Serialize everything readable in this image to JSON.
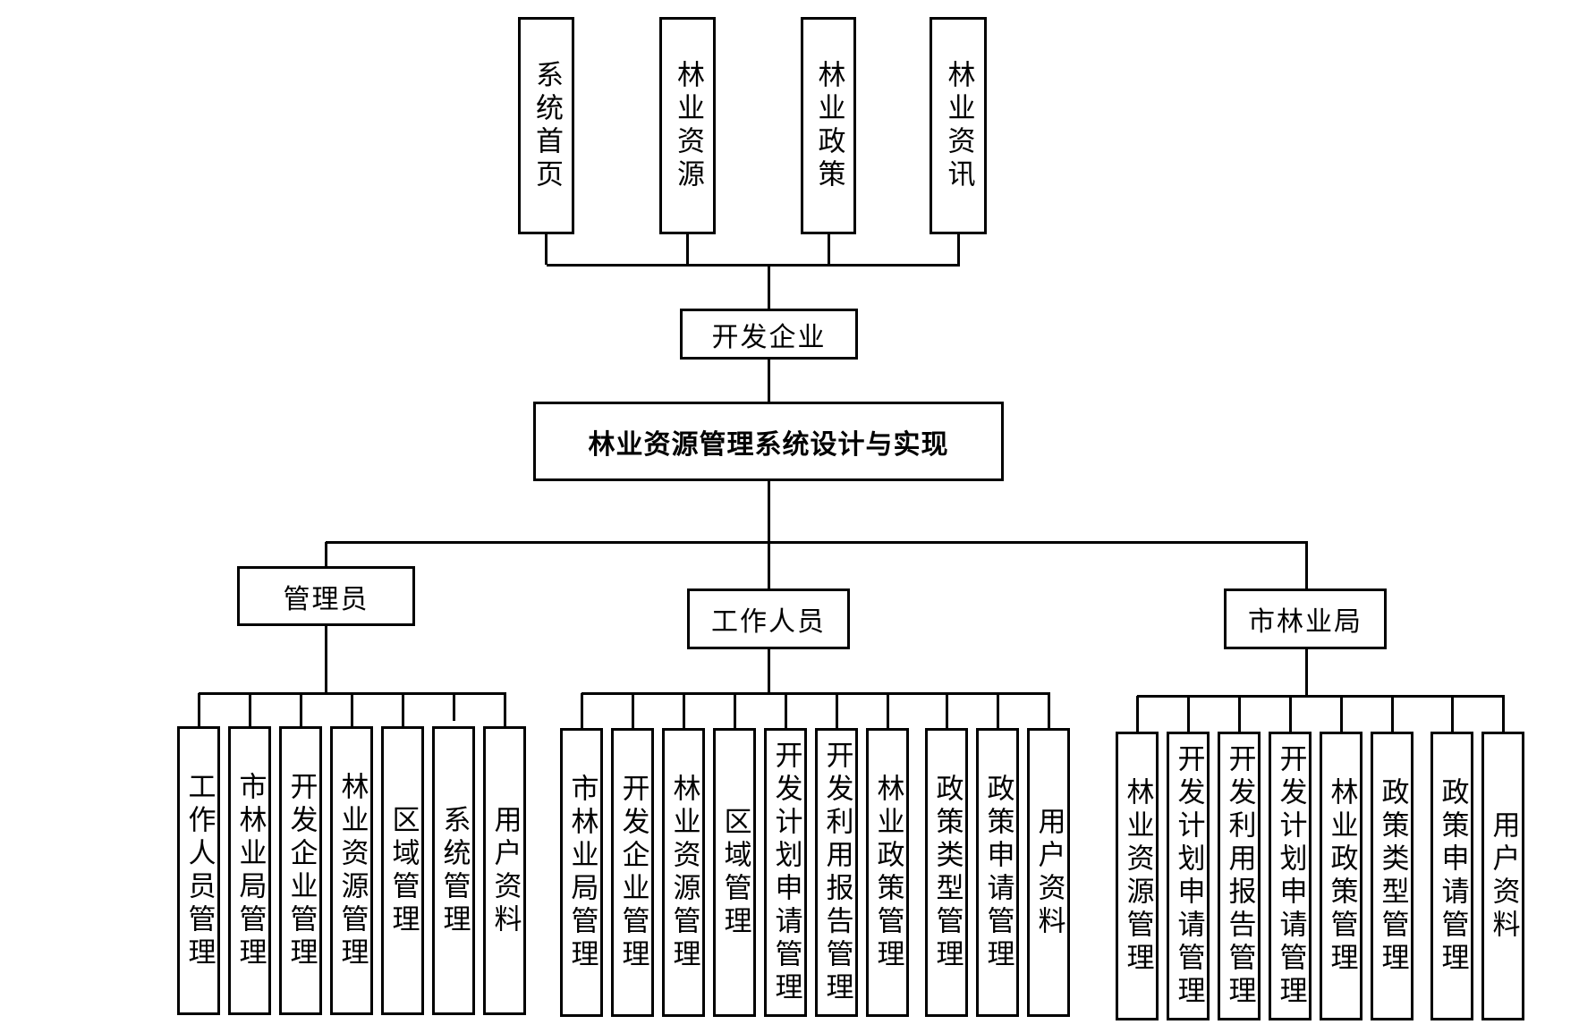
{
  "diagram": {
    "type": "hierarchy",
    "root": {
      "label": "林业资源管理系统设计与实现"
    },
    "upper": {
      "parent": {
        "label": "开发企业"
      },
      "children": [
        {
          "label": "系统首页"
        },
        {
          "label": "林业资源"
        },
        {
          "label": "林业政策"
        },
        {
          "label": "林业资讯"
        }
      ]
    },
    "groups": [
      {
        "role": "管理员",
        "modules": [
          {
            "label": "工作人员管理"
          },
          {
            "label": "市林业局管理"
          },
          {
            "label": "开发企业管理"
          },
          {
            "label": "林业资源管理"
          },
          {
            "label": "区域管理"
          },
          {
            "label": "系统管理"
          },
          {
            "label": "用户资料"
          }
        ]
      },
      {
        "role": "工作人员",
        "modules": [
          {
            "label": "市林业局管理"
          },
          {
            "label": "开发企业管理"
          },
          {
            "label": "林业资源管理"
          },
          {
            "label": "区域管理"
          },
          {
            "label": "开发计划申请管理"
          },
          {
            "label": "开发利用报告管理"
          },
          {
            "label": "林业政策管理"
          },
          {
            "label": "政策类型管理"
          },
          {
            "label": "政策申请管理"
          },
          {
            "label": "用户资料"
          }
        ]
      },
      {
        "role": "市林业局",
        "modules": [
          {
            "label": "林业资源管理"
          },
          {
            "label": "开发计划申请管理"
          },
          {
            "label": "开发利用报告管理"
          },
          {
            "label": "开发计划申请管理"
          },
          {
            "label": "林业政策管理"
          },
          {
            "label": "政策类型管理"
          },
          {
            "label": "政策申请管理"
          },
          {
            "label": "用户资料"
          }
        ]
      }
    ]
  }
}
